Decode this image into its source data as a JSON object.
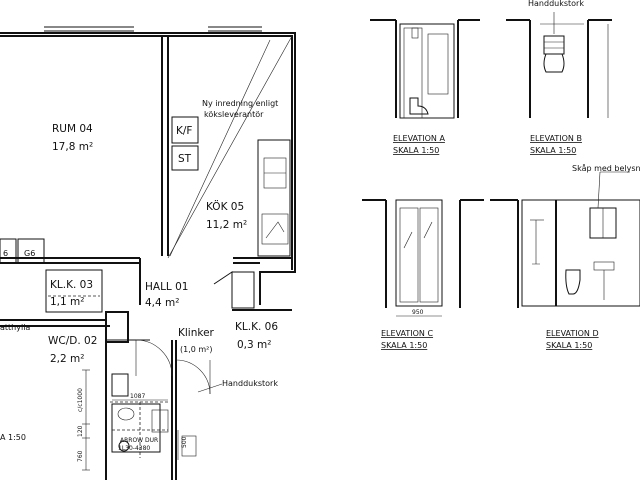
{
  "plan": {
    "rooms": [
      {
        "id": "rum04",
        "name": "RUM 04",
        "area": "17,8 m²"
      },
      {
        "id": "kok05",
        "name": "KÖK 05",
        "area": "11,2 m²"
      },
      {
        "id": "hall01",
        "name": "HALL 01",
        "area": "4,4 m²"
      },
      {
        "id": "klk03",
        "name": "KL.K. 03",
        "area": "1,1 m²"
      },
      {
        "id": "wcd02",
        "name": "WC/D. 02",
        "area": "2,2 m²"
      },
      {
        "id": "klk06",
        "name": "KL.K. 06",
        "area": "0,3 m²"
      }
    ],
    "labels": {
      "kf": "K/F",
      "st": "ST",
      "ny_inredning_1": "Ny inredning enligt",
      "ny_inredning_2": "köksleverantör",
      "klinker_1": "Klinker",
      "klinker_2": "(1,0 m²)",
      "handdukstork": "Handdukstork",
      "hatthylla": "atthylla",
      "g6a": "6",
      "g6b": "G6",
      "skala_left": "A 1:50",
      "dim_1000": "c/c1000",
      "dim_120": "120",
      "dim_760": "760",
      "dim_1087": "1087",
      "dim_500": "500",
      "drain_1": "ARROW DUR",
      "drain_2": "1L30-4380"
    }
  },
  "elevations": [
    {
      "id": "a",
      "title": "ELEVATION A",
      "scale": "SKALA 1:50"
    },
    {
      "id": "b",
      "title": "ELEVATION B",
      "scale": "SKALA 1:50",
      "note": "Handdukstork"
    },
    {
      "id": "c",
      "title": "ELEVATION C",
      "scale": "SKALA 1:50",
      "dim": "950"
    },
    {
      "id": "d",
      "title": "ELEVATION D",
      "scale": "SKALA 1:50",
      "note": "Skåp med belysn"
    }
  ]
}
